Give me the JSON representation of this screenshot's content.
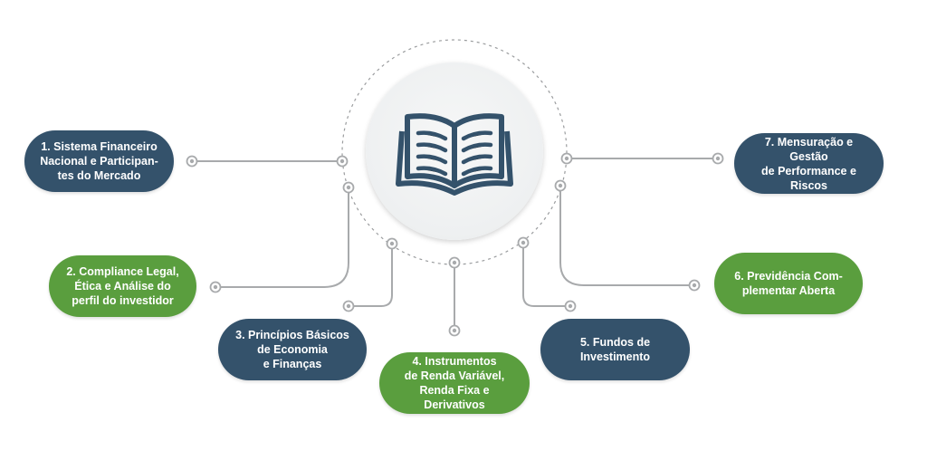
{
  "hub": {
    "icon": "open-book-icon"
  },
  "colors": {
    "navy": "#34526b",
    "green": "#5a9e3e",
    "connector": "#a8aaac",
    "dash": "#9a9c9e"
  },
  "topics": [
    {
      "id": "topic-1",
      "label": "1. Sistema Financeiro\nNacional e Participan-\ntes do Mercado",
      "color": "navy"
    },
    {
      "id": "topic-2",
      "label": "2. Compliance Legal,\nÉtica e Análise do\nperfil do investidor",
      "color": "green"
    },
    {
      "id": "topic-3",
      "label": "3. Princípios Básicos\nde Economia\ne Finanças",
      "color": "navy"
    },
    {
      "id": "topic-4",
      "label": "4. Instrumentos\nde Renda Variável,\nRenda Fixa e Derivativos",
      "color": "green"
    },
    {
      "id": "topic-5",
      "label": "5. Fundos de\nInvestimento",
      "color": "navy"
    },
    {
      "id": "topic-6",
      "label": "6. Previdência Com-\nplementar Aberta",
      "color": "green"
    },
    {
      "id": "topic-7",
      "label": "7. Mensuração e Gestão\nde Performance e\nRiscos",
      "color": "navy"
    }
  ]
}
